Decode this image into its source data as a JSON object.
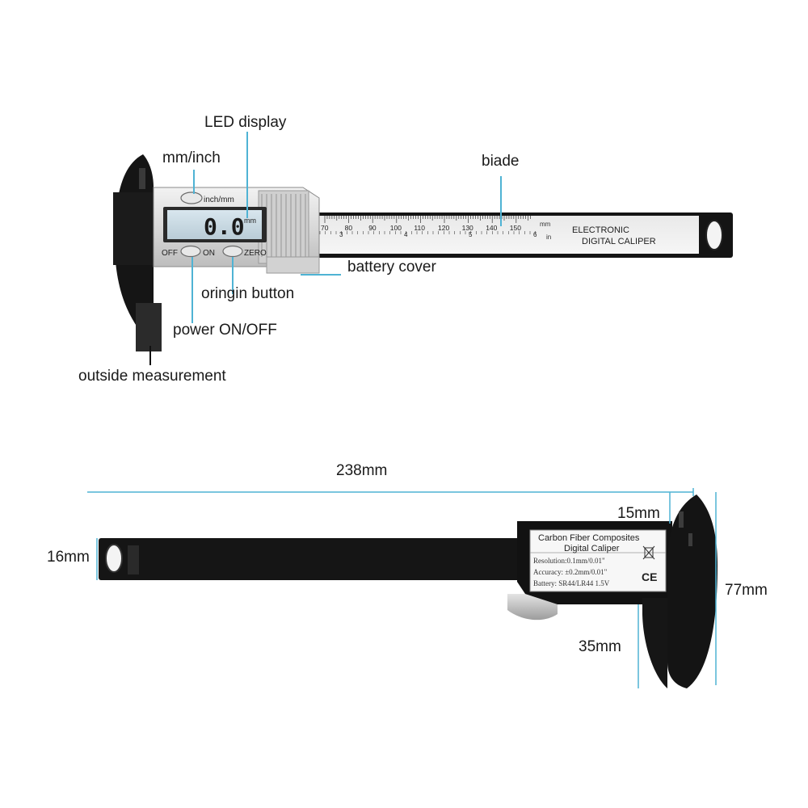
{
  "callouts": {
    "led_display": "LED display",
    "mm_inch": "mm/inch",
    "blade": "biade",
    "battery_cover": "battery cover",
    "origin_button": "oringin button",
    "power": "power ON/OFF",
    "outside_measurement": "outside measurement"
  },
  "front": {
    "mode_button_label": "inch/mm",
    "lcd_reading": "0.0",
    "lcd_unit": "mm",
    "off_label": "OFF",
    "on_label": "ON",
    "zero_label": "ZERO",
    "mm_scale": [
      "70",
      "80",
      "90",
      "100",
      "110",
      "120",
      "130",
      "140",
      "150"
    ],
    "mm_unit": "mm",
    "in_scale": [
      "3",
      "4",
      "5",
      "6"
    ],
    "in_unit": "in",
    "brand_line1": "ELECTRONIC",
    "brand_line2": "DIGITAL CALIPER"
  },
  "dimensions": {
    "length": "238mm",
    "jaw_small": "15mm",
    "beam_width": "16mm",
    "total_height": "77mm",
    "jaw_depth": "35mm"
  },
  "back_label": {
    "line1": "Carbon Fiber Composites",
    "line2": "Digital Caliper",
    "resolution": "Resolution:0.1mm/0.01\"",
    "accuracy": "Accuracy: ±0.2mm/0.01\"",
    "battery": "Battery: SR44/LR44 1.5V",
    "ce_mark": "CE"
  },
  "colors": {
    "accent_line": "#4fb3d4",
    "caliper_black": "#161616",
    "silver": "#dcdcdc"
  }
}
